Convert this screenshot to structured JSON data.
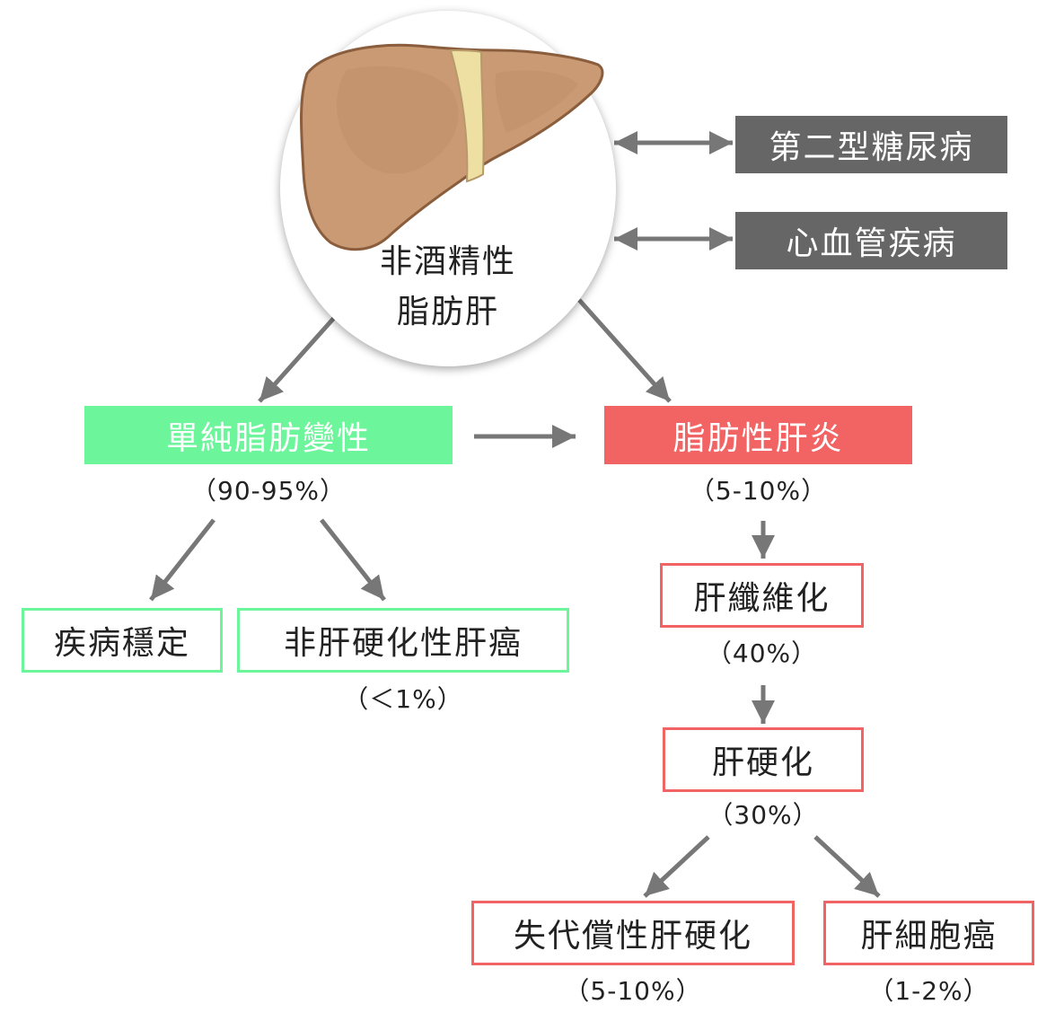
{
  "hub": {
    "line1": "非酒精性",
    "line2": "脂肪肝"
  },
  "associations": [
    "第二型糖尿病",
    "心血管疾病"
  ],
  "simple_steatosis": {
    "label": "單純脂肪變性",
    "pct": "（90-95%）"
  },
  "steatohepatitis": {
    "label": "脂肪性肝炎",
    "pct": "（5-10%）"
  },
  "stable": {
    "label": "疾病穩定"
  },
  "noncirrhotic_hcc": {
    "label": "非肝硬化性肝癌",
    "pct": "（＜1%）"
  },
  "fibrosis": {
    "label": "肝纖維化",
    "pct": "（40%）"
  },
  "cirrhosis": {
    "label": "肝硬化",
    "pct": "（30%）"
  },
  "decompensated": {
    "label": "失代償性肝硬化",
    "pct": "（5-10%）"
  },
  "hcc": {
    "label": "肝細胞癌",
    "pct": "（1-2%）"
  },
  "colors": {
    "green": "#6CF59A",
    "red": "#F26363",
    "dark_tag": "#666666",
    "arrow": "#777777",
    "liver": "#C99A73",
    "ligament": "#EDE0A2"
  }
}
